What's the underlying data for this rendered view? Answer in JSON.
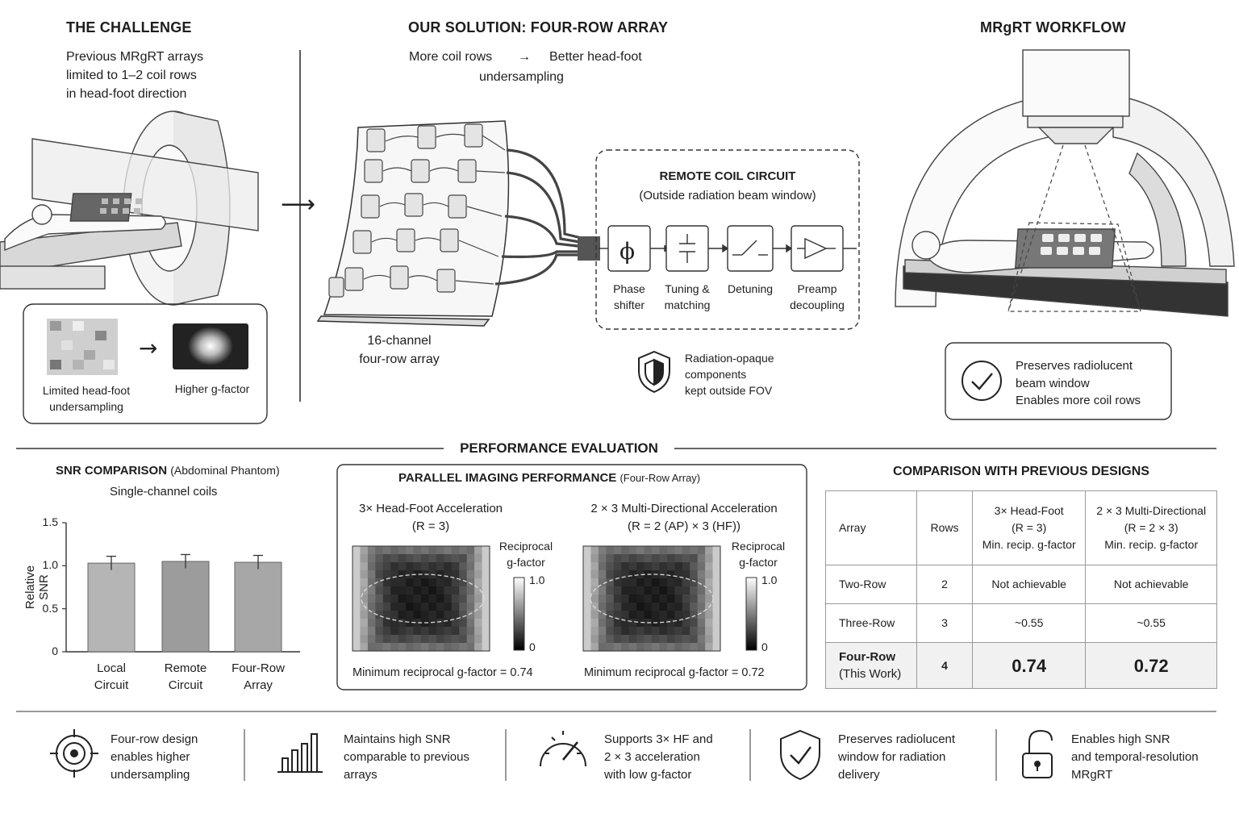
{
  "challenge": {
    "title": "THE CHALLENGE",
    "lines": [
      "Previous MRgRT arrays",
      "limited to 1–2 coil rows",
      "in head-foot direction"
    ],
    "caption1": [
      "Limited head-foot",
      "undersampling"
    ],
    "caption2": "Higher g-factor"
  },
  "solution": {
    "title": "OUR SOLUTION: FOUR-ROW ARRAY",
    "sub_left": "More coil rows",
    "arrow": "→",
    "sub_right": "Better head-foot",
    "sub_line2": "undersampling",
    "array_caption": [
      "16-channel",
      "four-row array"
    ],
    "remote_title": "REMOTE COIL CIRCUIT",
    "remote_sub": "(Outside radiation beam window)",
    "blocks": [
      {
        "label": [
          "Phase",
          "shifter"
        ],
        "icon": "phase-icon",
        "symbol": "ϕ"
      },
      {
        "label": [
          "Tuning &",
          "matching"
        ],
        "icon": "capacitor-icon"
      },
      {
        "label": [
          "Detuning"
        ],
        "icon": "switch-icon"
      },
      {
        "label": [
          "Preamp",
          "decoupling"
        ],
        "icon": "amplifier-icon"
      }
    ],
    "shield_note": [
      "Radiation-opaque",
      "components",
      "kept outside FOV"
    ]
  },
  "workflow": {
    "title": "MRgRT WORKFLOW",
    "box": [
      "Preserves radiolucent",
      "beam window",
      "Enables more coil rows"
    ]
  },
  "performance": {
    "title": "PERFORMANCE EVALUATION"
  },
  "snr": {
    "title": "SNR COMPARISON",
    "title_note": "(Abdominal Phantom)",
    "subtitle": "Single-channel coils"
  },
  "chart_data": {
    "type": "bar",
    "title": "SNR COMPARISON",
    "ylabel": "Relative SNR",
    "categories": [
      [
        "Local",
        "Circuit"
      ],
      [
        "Remote",
        "Circuit"
      ],
      [
        "Four-Row",
        "Array"
      ]
    ],
    "values": [
      1.03,
      1.05,
      1.04
    ],
    "errors": [
      0.08,
      0.08,
      0.08
    ],
    "ylim": [
      0,
      1.5
    ],
    "yticks": [
      "0",
      "0.5",
      "1.0",
      "1.5"
    ],
    "colors": [
      "#b5b5b5",
      "#9c9c9c",
      "#a7a7a7"
    ]
  },
  "parallel": {
    "title": "PARALLEL IMAGING PERFORMANCE",
    "title_note": "(Four-Row Array)",
    "maps": [
      {
        "title": "3× Head-Foot Acceleration",
        "sub": "(R = 3)",
        "legend": [
          "Reciprocal",
          "g-factor"
        ],
        "max": "1.0",
        "min": "0",
        "caption": "Minimum reciprocal g-factor = 0.74"
      },
      {
        "title": "2 × 3 Multi-Directional Acceleration",
        "sub": "(R = 2 (AP) × 3 (HF))",
        "legend": [
          "Reciprocal",
          "g-factor"
        ],
        "max": "1.0",
        "min": "0",
        "caption": "Minimum reciprocal g-factor = 0.72"
      }
    ]
  },
  "comparison": {
    "title": "COMPARISON WITH PREVIOUS DESIGNS",
    "headers": {
      "array": "Array",
      "rows": "Rows",
      "hf": [
        "3× Head-Foot",
        "(R = 3)",
        "Min. recip. g-factor"
      ],
      "md": [
        "2 × 3 Multi-Directional",
        "(R = 2 × 3)",
        "Min. recip. g-factor"
      ]
    },
    "rows": [
      {
        "array": [
          "Two-Row"
        ],
        "rows": "2",
        "hf": "Not achievable",
        "md": "Not achievable"
      },
      {
        "array": [
          "Three-Row"
        ],
        "rows": "3",
        "hf": "~0.55",
        "md": "~0.55"
      },
      {
        "array": [
          "Four-Row",
          "(This Work)"
        ],
        "rows": "4",
        "hf": "0.74",
        "md": "0.72"
      }
    ]
  },
  "footer": [
    {
      "icon": "target-icon",
      "lines": [
        "Four-row design",
        "enables higher",
        "undersampling"
      ]
    },
    {
      "icon": "bar-chart-icon",
      "lines": [
        "Maintains high SNR",
        "comparable to previous",
        "arrays"
      ]
    },
    {
      "icon": "gauge-icon",
      "lines": [
        "Supports 3× HF and",
        "2 × 3 acceleration",
        "with low g-factor"
      ]
    },
    {
      "icon": "shield-check-icon",
      "lines": [
        "Preserves radiolucent",
        "window for radiation",
        "delivery"
      ]
    },
    {
      "icon": "unlock-icon",
      "lines": [
        "Enables high SNR",
        "and temporal-resolution",
        "MRgRT"
      ]
    }
  ]
}
